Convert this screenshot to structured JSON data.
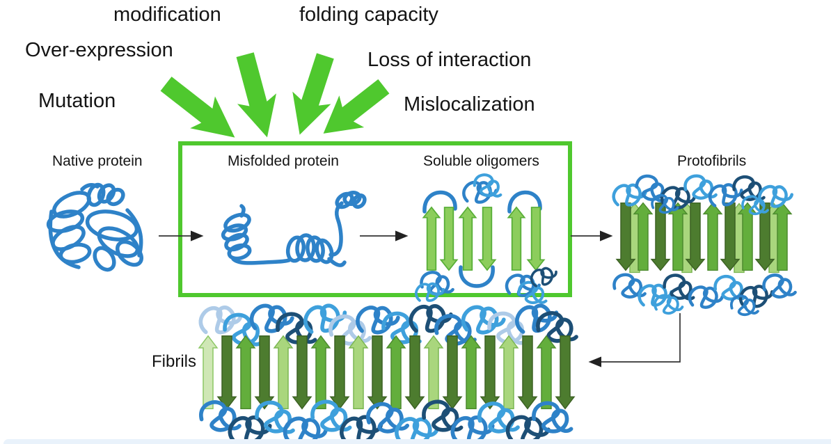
{
  "diagram": {
    "title_implied": "Protein misfolding and aggregation pathway",
    "stress_factors": [
      {
        "id": "mutation",
        "label": "Mutation"
      },
      {
        "id": "over-expression",
        "label": "Over-expression"
      },
      {
        "id": "modification",
        "label": "modification"
      },
      {
        "id": "folding-capacity",
        "label": "folding capacity"
      },
      {
        "id": "loss-of-interaction",
        "label": "Loss of interaction"
      },
      {
        "id": "mislocalization",
        "label": "Mislocalization"
      }
    ],
    "stages": [
      {
        "id": "native-protein",
        "label": "Native protein"
      },
      {
        "id": "misfolded-protein",
        "label": "Misfolded protein"
      },
      {
        "id": "soluble-oligomers",
        "label": "Soluble oligomers"
      },
      {
        "id": "protofibrils",
        "label": "Protofibrils"
      },
      {
        "id": "fibrils",
        "label": "Fibrils"
      }
    ],
    "boxed_stages": [
      "Misfolded protein",
      "Soluble oligomers"
    ],
    "icons": [
      {
        "name": "stress-arrow-icon",
        "shape": "thick-green-arrow",
        "count": 4
      },
      {
        "name": "flow-arrow-icon",
        "shape": "thin-black-arrow",
        "count": 4
      }
    ],
    "colors": {
      "stress_arrow_green": "#4fc82e",
      "box_border_green": "#4fc82e",
      "beta_arrow_light_green": "#8ccd5c",
      "beta_arrow_mid_green": "#63ae3c",
      "beta_arrow_dark_green": "#4d7c2f",
      "beta_arrow_pale_green": "#cfe7b5",
      "coil_blue": "#2e82c8",
      "coil_light_blue": "#3ea0dc",
      "coil_dark_blue": "#1d4f76",
      "coil_pale_blue": "#aecbe8",
      "text_black": "#141414",
      "footer_bar_blue": "#e9f2fb"
    }
  }
}
